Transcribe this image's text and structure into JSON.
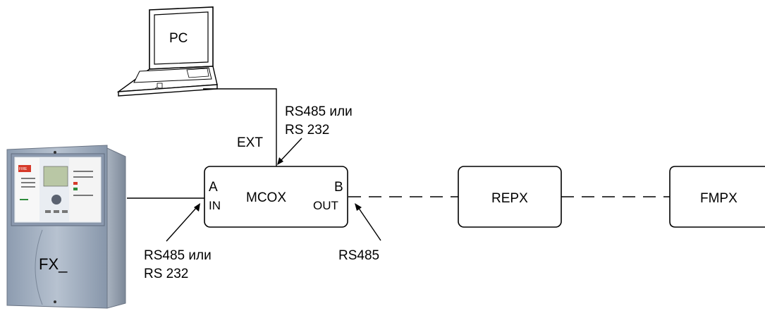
{
  "pc": {
    "label": "PC"
  },
  "panel": {
    "label": "FX_",
    "badge": "FIRE"
  },
  "mcox": {
    "label": "MCOX",
    "port_a": "A",
    "port_in": "IN",
    "port_b": "B",
    "port_out": "OUT"
  },
  "repx": {
    "label": "REPX"
  },
  "fmpx": {
    "label": "FMPX"
  },
  "ext_label": "EXT",
  "annotations": {
    "top_line1": "RS485 или",
    "top_line2": "RS 232",
    "left_line1": "RS485 или",
    "left_line2": "RS 232",
    "right": "RS485"
  }
}
